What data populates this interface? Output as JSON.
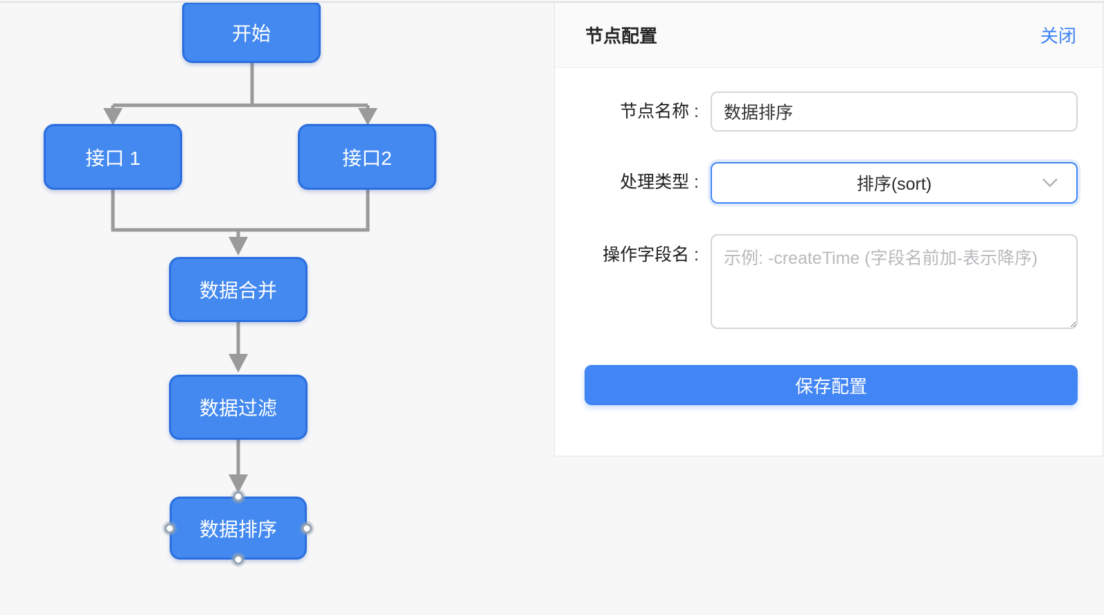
{
  "flowchart": {
    "nodes": [
      {
        "id": "start",
        "label": "开始"
      },
      {
        "id": "api1",
        "label": "接口 1"
      },
      {
        "id": "api2",
        "label": "接口2"
      },
      {
        "id": "merge",
        "label": "数据合并"
      },
      {
        "id": "filter",
        "label": "数据过滤"
      },
      {
        "id": "sort",
        "label": "数据排序",
        "selected": true
      }
    ]
  },
  "panel": {
    "title": "节点配置",
    "close_label": "关闭",
    "fields": {
      "node_name": {
        "label": "节点名称 :",
        "value": "数据排序"
      },
      "process_type": {
        "label": "处理类型 :",
        "value": "排序(sort)"
      },
      "field_name": {
        "label": "操作字段名 :",
        "placeholder": "示例: -createTime (字段名前加-表示降序)"
      }
    },
    "save_label": "保存配置"
  },
  "colors": {
    "node_fill": "#4389f0",
    "node_border": "#2a6edf",
    "edge_gray": "#9a9a9a",
    "accent_blue": "#4285f4",
    "link_blue": "#3b82f6",
    "canvas_bg": "#f7f7f8",
    "panel_bg": "#ffffff"
  }
}
